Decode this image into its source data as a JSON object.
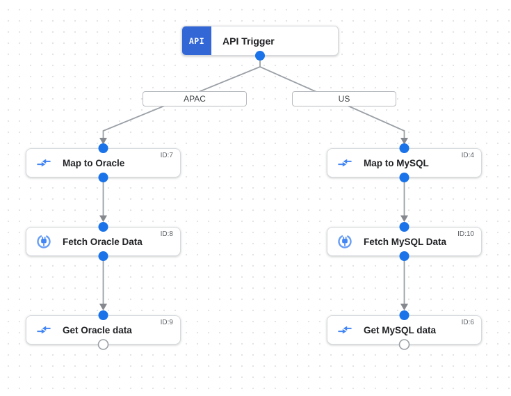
{
  "trigger": {
    "badge": "API",
    "label": "API Trigger"
  },
  "edge_labels": [
    {
      "label": "APAC"
    },
    {
      "label": "US"
    }
  ],
  "nodes": [
    {
      "label": "Map to Oracle",
      "id_label": "ID:7",
      "icon": "data-mapping-icon"
    },
    {
      "label": "Fetch Oracle Data",
      "id_label": "ID:8",
      "icon": "connector-icon"
    },
    {
      "label": "Get Oracle data",
      "id_label": "ID:9",
      "icon": "data-mapping-icon"
    },
    {
      "label": "Map to MySQL",
      "id_label": "ID:4",
      "icon": "data-mapping-icon"
    },
    {
      "label": "Fetch MySQL Data",
      "id_label": "ID:10",
      "icon": "connector-icon"
    },
    {
      "label": "Get MySQL data",
      "id_label": "ID:6",
      "icon": "data-mapping-icon"
    }
  ],
  "colors": {
    "accent-blue": "#1a73e8",
    "api-blue": "#3367d6",
    "icon-blue": "#4285f4",
    "ring-blue": "#669df6",
    "edge-gray": "#9aa0a6",
    "arrow-gray": "#85898f",
    "node-border": "#d6d9dd",
    "text-dark": "#202124",
    "text-gray": "#5f6368"
  }
}
